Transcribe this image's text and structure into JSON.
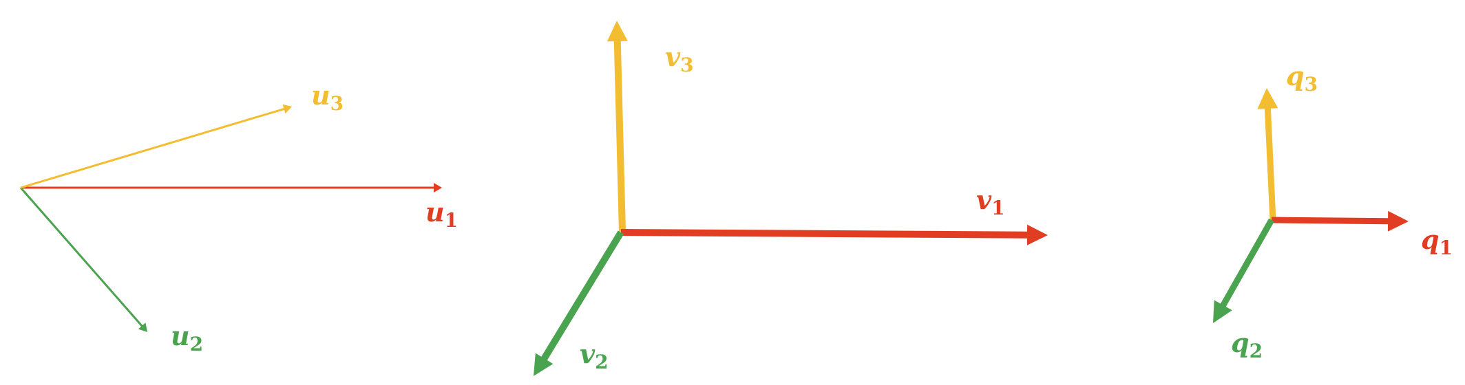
{
  "colors": {
    "red": "#e13d22",
    "green": "#4aa34e",
    "yellow": "#f2bd30",
    "background": "#ffffff"
  },
  "groups": [
    {
      "vectors": [
        {
          "base": "u",
          "sub": "1",
          "color": "red"
        },
        {
          "base": "u",
          "sub": "2",
          "color": "green"
        },
        {
          "base": "u",
          "sub": "3",
          "color": "yellow"
        }
      ]
    },
    {
      "vectors": [
        {
          "base": "v",
          "sub": "1",
          "color": "red"
        },
        {
          "base": "v",
          "sub": "2",
          "color": "green"
        },
        {
          "base": "v",
          "sub": "3",
          "color": "yellow"
        }
      ]
    },
    {
      "vectors": [
        {
          "base": "q",
          "sub": "1",
          "color": "red"
        },
        {
          "base": "q",
          "sub": "2",
          "color": "green"
        },
        {
          "base": "q",
          "sub": "3",
          "color": "yellow"
        }
      ]
    }
  ]
}
